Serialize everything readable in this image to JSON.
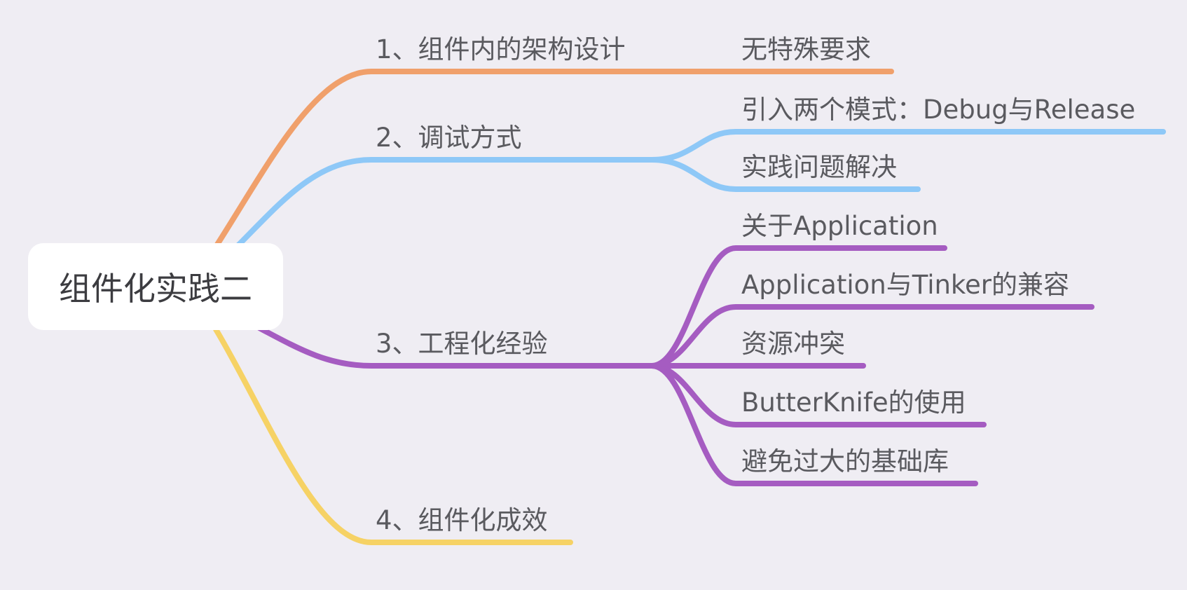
{
  "mindmap": {
    "root": {
      "label": "组件化实践二"
    },
    "branches": [
      {
        "id": "branch-1",
        "label": "1、组件内的架构设计",
        "color": "#f0a06b",
        "children": [
          {
            "label": "无特殊要求"
          }
        ]
      },
      {
        "id": "branch-2",
        "label": "2、调试方式",
        "color": "#8ec8f7",
        "children": [
          {
            "label": "引入两个模式：Debug与Release"
          },
          {
            "label": "实践问题解决"
          }
        ]
      },
      {
        "id": "branch-3",
        "label": "3、工程化经验",
        "color": "#a55cc1",
        "children": [
          {
            "label": "关于Application"
          },
          {
            "label": "Application与Tinker的兼容"
          },
          {
            "label": "资源冲突"
          },
          {
            "label": "ButterKnife的使用"
          },
          {
            "label": "避免过大的基础库"
          }
        ]
      },
      {
        "id": "branch-4",
        "label": "4、组件化成效",
        "color": "#f6d265",
        "children": []
      }
    ]
  }
}
